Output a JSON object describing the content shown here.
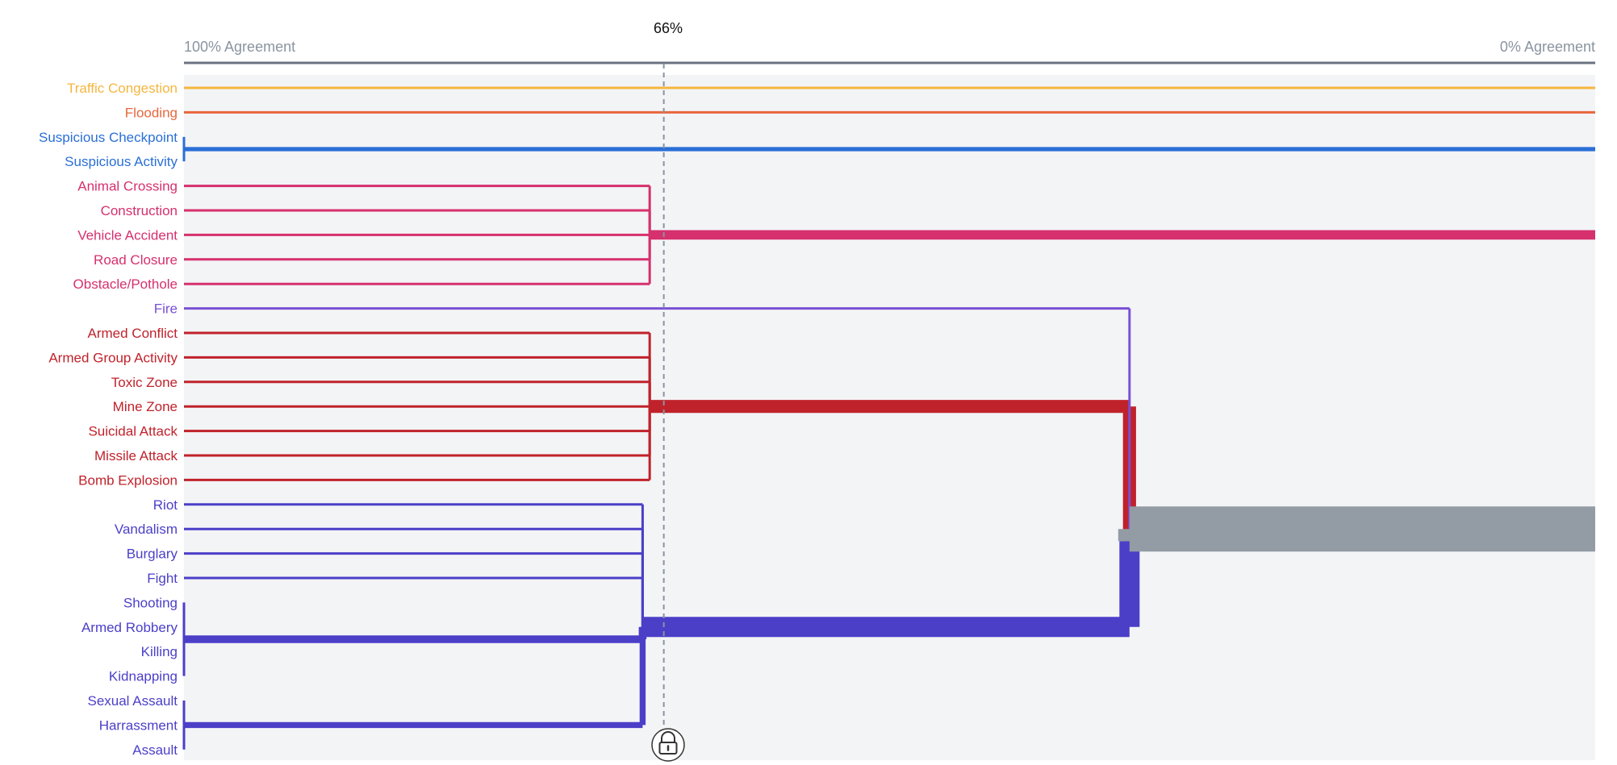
{
  "chart_data": {
    "type": "dendrogram",
    "axis": {
      "left_label": "100% Agreement",
      "right_label": "0% Agreement",
      "min_percent": 0,
      "max_percent": 100
    },
    "threshold": {
      "label": "66%",
      "value_percent": 66,
      "locked": true
    },
    "leaves": [
      {
        "label": "Traffic Congestion",
        "cluster": "traffic"
      },
      {
        "label": "Flooding",
        "cluster": "flooding"
      },
      {
        "label": "Suspicious Checkpoint",
        "cluster": "suspicious"
      },
      {
        "label": "Suspicious Activity",
        "cluster": "suspicious"
      },
      {
        "label": "Animal Crossing",
        "cluster": "road"
      },
      {
        "label": "Construction",
        "cluster": "road"
      },
      {
        "label": "Vehicle Accident",
        "cluster": "road"
      },
      {
        "label": "Road Closure",
        "cluster": "road"
      },
      {
        "label": "Obstacle/Pothole",
        "cluster": "road"
      },
      {
        "label": "Fire",
        "cluster": "fire"
      },
      {
        "label": "Armed Conflict",
        "cluster": "armed"
      },
      {
        "label": "Armed Group Activity",
        "cluster": "armed"
      },
      {
        "label": "Toxic Zone",
        "cluster": "armed"
      },
      {
        "label": "Mine Zone",
        "cluster": "armed"
      },
      {
        "label": "Suicidal Attack",
        "cluster": "armed"
      },
      {
        "label": "Missile Attack",
        "cluster": "armed"
      },
      {
        "label": "Bomb Explosion",
        "cluster": "armed"
      },
      {
        "label": "Riot",
        "cluster": "crime"
      },
      {
        "label": "Vandalism",
        "cluster": "crime"
      },
      {
        "label": "Burglary",
        "cluster": "crime"
      },
      {
        "label": "Fight",
        "cluster": "crime"
      },
      {
        "label": "Shooting",
        "cluster": "crime"
      },
      {
        "label": "Armed Robbery",
        "cluster": "crime"
      },
      {
        "label": "Killing",
        "cluster": "crime"
      },
      {
        "label": "Kidnapping",
        "cluster": "crime"
      },
      {
        "label": "Sexual Assault",
        "cluster": "crime"
      },
      {
        "label": "Harrassment",
        "cluster": "crime"
      },
      {
        "label": "Assault",
        "cluster": "crime"
      }
    ],
    "merges": [
      {
        "id": "m_susp",
        "children": [
          "L2",
          "L3"
        ],
        "agreement": 100,
        "cluster": "suspicious"
      },
      {
        "id": "m_road",
        "children": [
          "L4",
          "L5",
          "L6",
          "L7",
          "L8"
        ],
        "agreement": 67,
        "cluster": "road"
      },
      {
        "id": "m_armed",
        "children": [
          "L10",
          "L11",
          "L12",
          "L13",
          "L14",
          "L15",
          "L16"
        ],
        "agreement": 67,
        "cluster": "armed"
      },
      {
        "id": "m_crime_a",
        "children": [
          "L21",
          "L22",
          "L23",
          "L24"
        ],
        "agreement": 100,
        "cluster": "crime"
      },
      {
        "id": "m_crime_b",
        "children": [
          "L25",
          "L26",
          "L27"
        ],
        "agreement": 100,
        "cluster": "crime"
      },
      {
        "id": "m_crime",
        "children": [
          "L17",
          "L18",
          "L19",
          "L20",
          "m_crime_a",
          "m_crime_b"
        ],
        "agreement": 67.5,
        "cluster": "crime"
      },
      {
        "id": "m_violent",
        "children": [
          "m_armed",
          "m_crime"
        ],
        "agreement": 33,
        "cluster": "mixed"
      },
      {
        "id": "m_top",
        "children": [
          "L9",
          "m_violent"
        ],
        "agreement": 33,
        "cluster": "mixed"
      }
    ],
    "clusters": {
      "traffic": "#f5b63f",
      "flooding": "#e8663c",
      "suspicious": "#2a6fd6",
      "road": "#d6306e",
      "fire": "#7a4fd6",
      "armed": "#c0222b",
      "crime": "#4b3fc8",
      "mixed": "#939ba5"
    },
    "plot_background": "#f3f4f6",
    "axis_color": "#6b7280",
    "threshold_color": "#8a94a0"
  }
}
